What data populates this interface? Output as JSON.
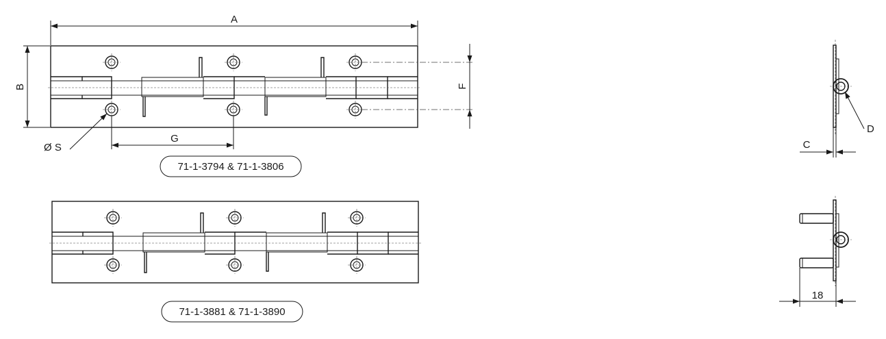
{
  "dimensions": {
    "A": "A",
    "B": "B",
    "F": "F",
    "G": "G",
    "S": "Ø S",
    "C": "C",
    "D": "D",
    "dim18": "18"
  },
  "variants": [
    {
      "label": "71-1-3794 & 71-1-3806"
    },
    {
      "label": "71-1-3881 & 71-1-3890"
    }
  ]
}
